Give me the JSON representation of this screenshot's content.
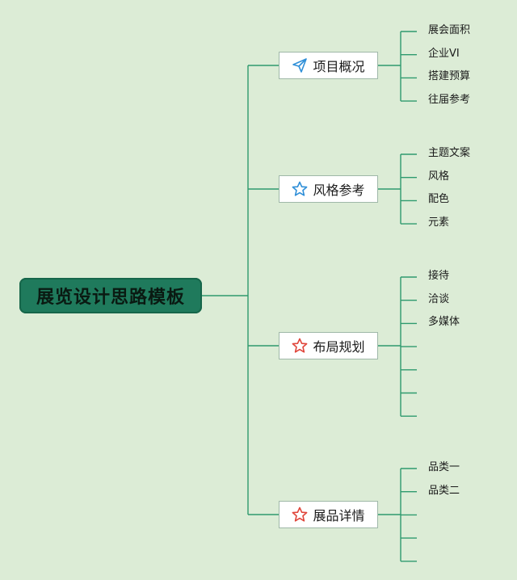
{
  "root": {
    "label": "展览设计思路模板"
  },
  "branches": [
    {
      "label": "项目概况",
      "icon": "paper-plane-icon",
      "icon_color": "#2f8fd8",
      "slots": 4,
      "leaves": [
        "展会面积",
        "企业VI",
        "搭建预算",
        "往届参考"
      ]
    },
    {
      "label": "风格参考",
      "icon": "star-outline-icon",
      "icon_color": "#2f8fd8",
      "slots": 4,
      "leaves": [
        "主题文案",
        "风格",
        "配色",
        "元素"
      ]
    },
    {
      "label": "布局规划",
      "icon": "star-outline-icon",
      "icon_color": "#e0453a",
      "slots": 7,
      "leaves": [
        "接待",
        "洽谈",
        "多媒体"
      ]
    },
    {
      "label": "展品详情",
      "icon": "star-outline-icon",
      "icon_color": "#e0453a",
      "slots": 5,
      "leaves": [
        "品类一",
        "品类二"
      ]
    }
  ],
  "colors": {
    "line": "#2e9a6e",
    "background": "#dcecd6",
    "root_fill": "#1f7a5c"
  }
}
